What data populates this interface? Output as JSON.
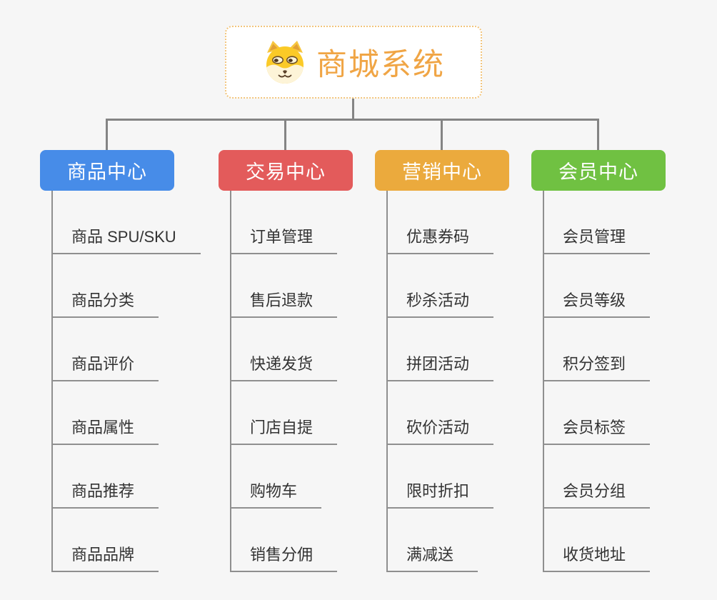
{
  "root": {
    "title": "商城系统",
    "icon": "doge-face-icon"
  },
  "branches": [
    {
      "label": "商品中心",
      "color": "#478CE8",
      "children": [
        "商品 SPU/SKU",
        "商品分类",
        "商品评价",
        "商品属性",
        "商品推荐",
        "商品品牌"
      ]
    },
    {
      "label": "交易中心",
      "color": "#E35B5B",
      "children": [
        "订单管理",
        "售后退款",
        "快递发货",
        "门店自提",
        "购物车",
        "销售分佣"
      ]
    },
    {
      "label": "营销中心",
      "color": "#EBAA3D",
      "children": [
        "优惠券码",
        "秒杀活动",
        "拼团活动",
        "砍价活动",
        "限时折扣",
        "满减送"
      ]
    },
    {
      "label": "会员中心",
      "color": "#70C142",
      "children": [
        "会员管理",
        "会员等级",
        "积分签到",
        "会员标签",
        "会员分组",
        "收货地址"
      ]
    }
  ],
  "colors": {
    "background": "#F6F6F6",
    "root_border": "#F2C57C",
    "root_title": "#F0A545",
    "connector": "#848484",
    "leaf_line": "#8F8F8F",
    "leaf_text": "#333333"
  }
}
